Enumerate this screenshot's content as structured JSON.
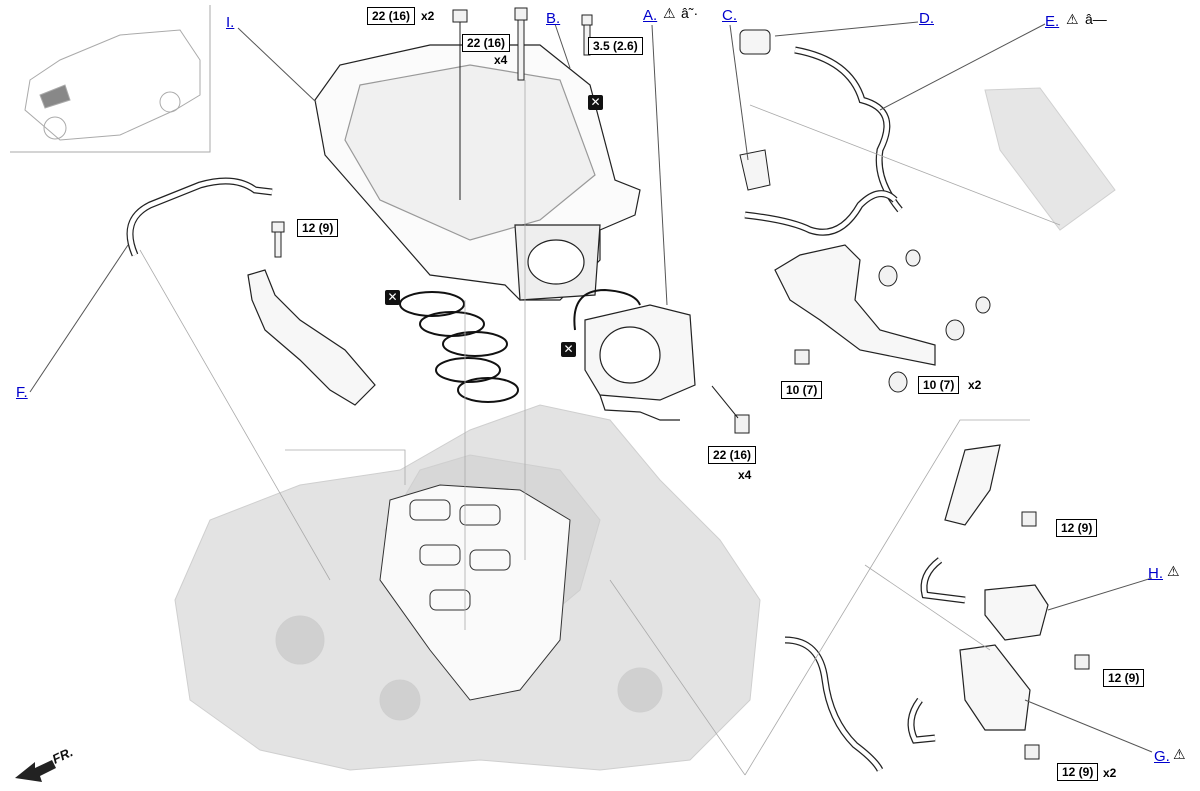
{
  "callouts": {
    "A": "A.",
    "B": "B.",
    "C": "C.",
    "D": "D.",
    "E": "E.",
    "F": "F.",
    "G": "G.",
    "H": "H.",
    "I": "I."
  },
  "warning_texts": {
    "a_suffix": "â˜·",
    "e_suffix": "â—"
  },
  "torque_specs": {
    "t1": "22 (16)",
    "t2": "22 (16)",
    "t3": "3.5 (2.6)",
    "t4": "12 (9)",
    "t5": "22 (16)",
    "t6": "10 (7)",
    "t7": "10 (7)",
    "t8": "12 (9)",
    "t9": "12 (9)",
    "t10": "12 (9)"
  },
  "quantities": {
    "q1": "x2",
    "q2": "x4",
    "q3": "x4",
    "q4": "x2",
    "q5": "x2"
  },
  "replace_mark": "✕",
  "direction_label": "FR.",
  "colors": {
    "link": "#0000cc",
    "line": "#222222",
    "ghost": "#c8c8c8",
    "ghost_fill": "#dedede"
  }
}
